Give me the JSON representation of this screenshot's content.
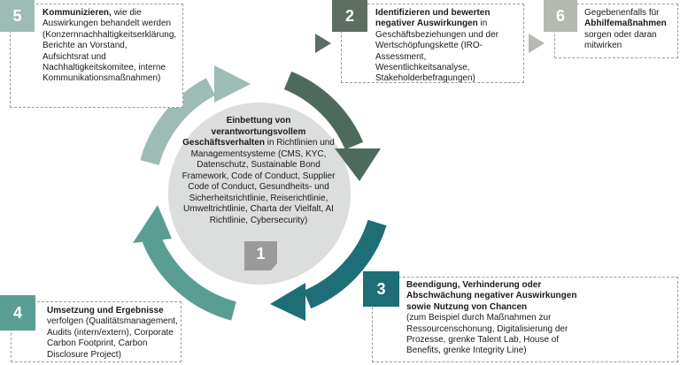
{
  "steps": [
    {
      "number": "1",
      "title": "Einbettung von verantwortungsvollem Geschäftsverhalten",
      "text": " in Richtlinien und Managementsysteme (CMS, KYC, Datenschutz, Sustainable Bond Framework, Code of Conduct, Supplier Code of Conduct, Gesundheits- und Sicherheitsrichtlinie, Reiserichtlinie, Umweltrichtlinie, Charta der Vielfalt, AI Richtlinie, Cybersecurity)",
      "color": "#9a9a9a"
    },
    {
      "number": "2",
      "title": "Identifizieren und bewerten negativer Auswirkungen",
      "text": " in Geschäftsbeziehungen und der Wertschöpfungskette (IRO-Assessment, Wesentlichkeitsanalyse, Stakeholderbefragungen)",
      "color": "#5c6e62"
    },
    {
      "number": "3",
      "title": "Beendigung, Verhinderung oder Abschwächung negativer Auswirkungen sowie Nutzung von Chancen",
      "text": "(zum Beispiel durch Maßnahmen zur Ressourcenschonung, Digitalisierung der Prozesse, grenke Talent Lab, House of Benefits, grenke Integrity Line)",
      "color": "#1e6e78"
    },
    {
      "number": "4",
      "title": "Umsetzung und Ergebnisse",
      "text": " verfolgen (Qualitätsmanagement, Audits (intern/extern), Corporate Carbon Footprint, Carbon Disclosure Project)",
      "color": "#5a9e93"
    },
    {
      "number": "5",
      "title": "Kommunizieren,",
      "text": " wie die Auswirkungen behandelt werden (Konzernnachhaltigkeitserklärung, Berichte an Vorstand, Aufsichtsrat und Nachhaltigkeitskomitee, interne Kommunikationsmaßnahmen)",
      "color": "#9ebcb6"
    },
    {
      "number": "6",
      "title": "Abhilfemaßnahmen",
      "pre": "Gegebenenfalls für ",
      "text": " sorgen oder daran mitwirken",
      "color": "#b5b9b1"
    }
  ]
}
